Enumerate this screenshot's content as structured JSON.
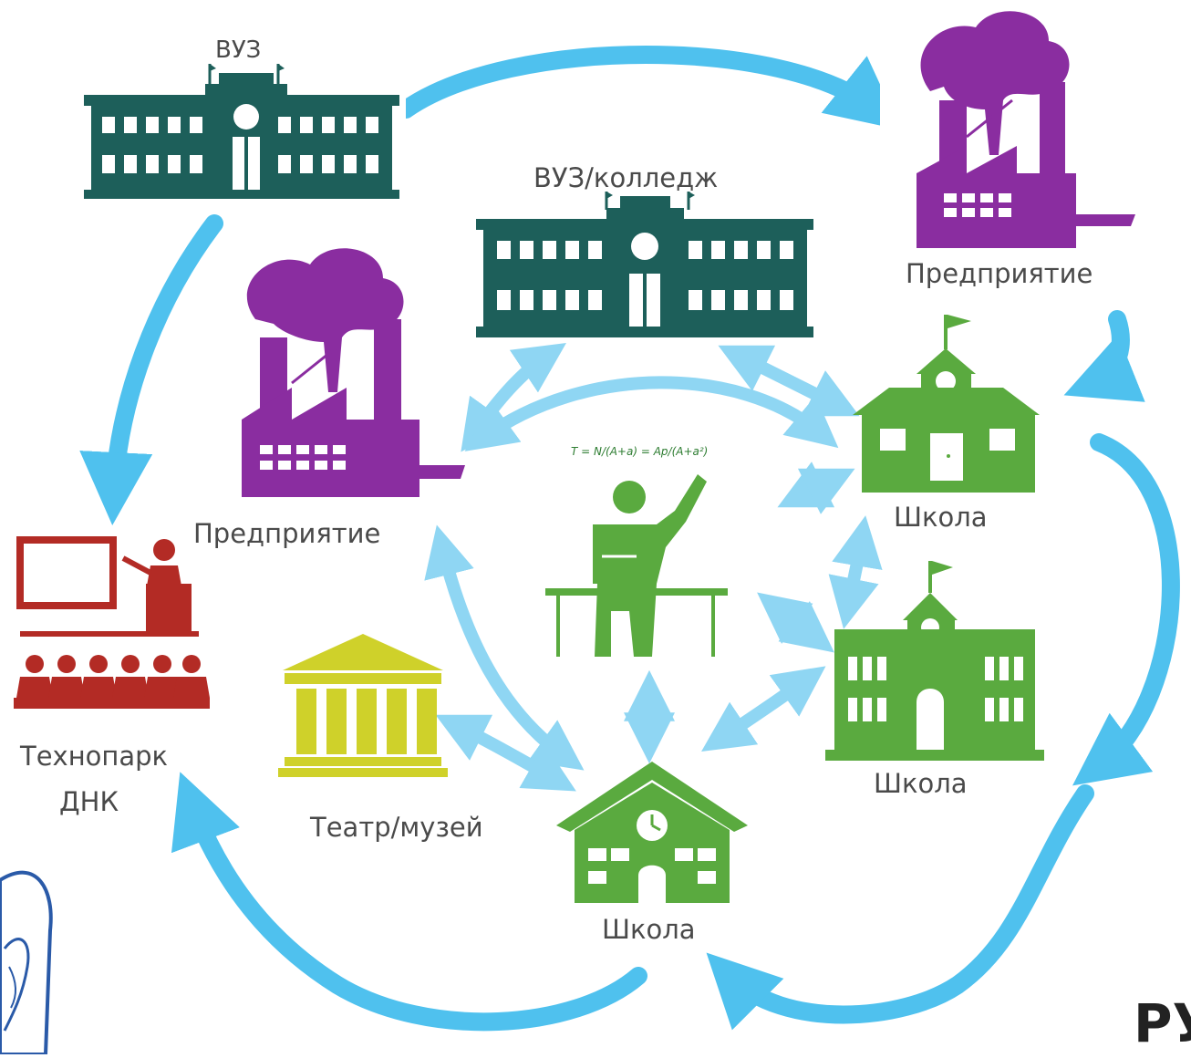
{
  "labels": {
    "vuz": "ВУЗ",
    "vuz_college": "ВУЗ/колледж",
    "enterprise_top": "Предприятие",
    "enterprise_left": "Предприятие",
    "school_top": "Школа",
    "school_right": "Школа",
    "school_bottom": "Школа",
    "technopark_line1": "Технопарк",
    "technopark_line2": "ДНК",
    "theatre": "Театр/музей",
    "formula": "T = N/(A+a) = Ap/(A+a²)",
    "corner_logo": "РУ"
  },
  "colors": {
    "arrow": "#4fc1ee",
    "arrow_light": "#8fd6f3",
    "university": "#1d5f5a",
    "factory": "#8a2da0",
    "school": "#5aaa3f",
    "technopark": "#b32b25",
    "theatre": "#cfd12a",
    "label": "#4a4a4a"
  },
  "icons": {
    "vuz": "university-building-icon",
    "vuz_college": "university-building-icon",
    "enterprise": "factory-icon",
    "school": "school-building-icon",
    "technopark": "presentation-audience-icon",
    "theatre": "museum-columns-icon",
    "student": "student-at-desk-icon"
  }
}
